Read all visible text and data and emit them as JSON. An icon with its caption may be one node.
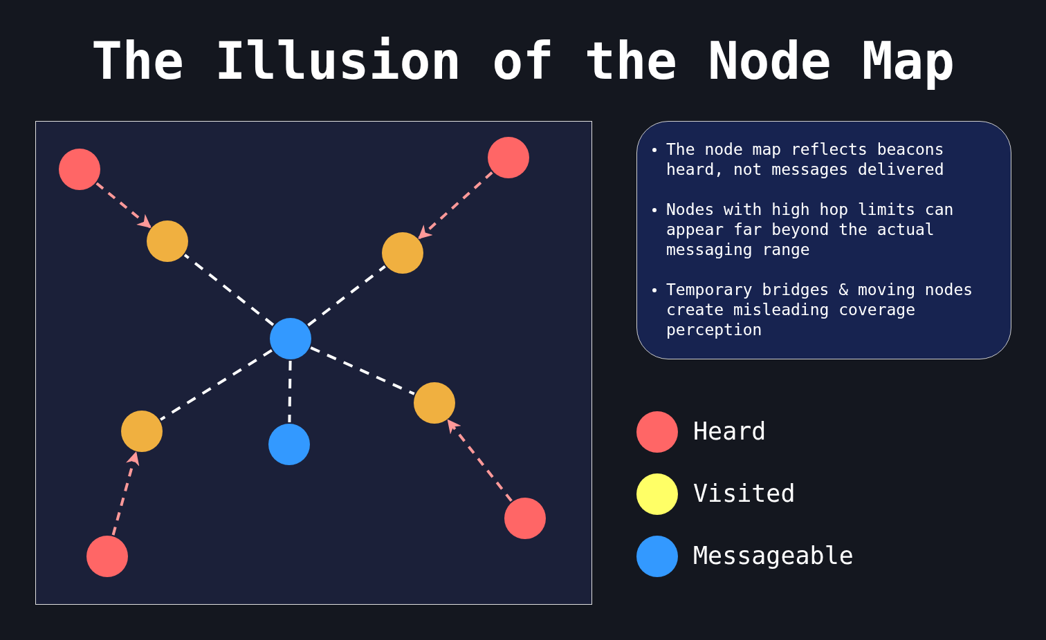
{
  "diagram": {
    "title": "The Illusion of the Node Map",
    "nodes": [
      {
        "text": [],
        "shape": "box"
      },
      {
        "text": [],
        "shape": "circle",
        "in": 0
      },
      {
        "text": [],
        "shape": "circle",
        "in": 0
      },
      {
        "text": [],
        "shape": "circle",
        "in": 0
      },
      {
        "text": [],
        "shape": "circle",
        "in": 0
      },
      {
        "text": [],
        "shape": "circle",
        "in": 0
      },
      {
        "text": [],
        "shape": "circle",
        "in": 0
      },
      {
        "text": [],
        "shape": "circle",
        "in": 0
      },
      {
        "text": [],
        "shape": "circle",
        "in": 0
      },
      {
        "text": [],
        "shape": "circle",
        "in": 0
      },
      {
        "text": [],
        "shape": "circle",
        "in": 0
      },
      {
        "text": [
          "The node map reflects beacons heard, not messages delivered",
          "Nodes with high hop limits can appear far beyond the actual messaging range",
          "Temporary bridges & moving nodes create misleading coverage perception"
        ]
      }
    ],
    "edges": [
      {
        "from": 2,
        "to": 3,
        "arrow": "to",
        "style": "dashed",
        "color": "#ff9999"
      },
      {
        "from": 1,
        "to": 4,
        "arrow": "to",
        "style": "dashed",
        "color": "#ff9999"
      },
      {
        "from": 10,
        "to": 7,
        "arrow": "to",
        "style": "dashed",
        "color": "#ff9999"
      },
      {
        "from": 9,
        "to": 6,
        "arrow": "to",
        "style": "dashed",
        "color": "#ff9999"
      },
      {
        "from": 5,
        "to": 3,
        "arrow": "none",
        "style": "dashed"
      },
      {
        "from": 5,
        "to": 4,
        "arrow": "none",
        "style": "dashed"
      },
      {
        "from": 5,
        "to": 7,
        "arrow": "none",
        "style": "dashed"
      },
      {
        "from": 5,
        "to": 6,
        "arrow": "none",
        "style": "dashed"
      },
      {
        "from": 5,
        "to": 8,
        "arrow": "none",
        "style": "dashed"
      }
    ],
    "legend": [
      {
        "text": "Heard",
        "color": "#ff6666"
      },
      {
        "text": "Visited",
        "color": "#ffff66"
      },
      {
        "text": "Messageable",
        "color": "#3399ff"
      }
    ]
  }
}
